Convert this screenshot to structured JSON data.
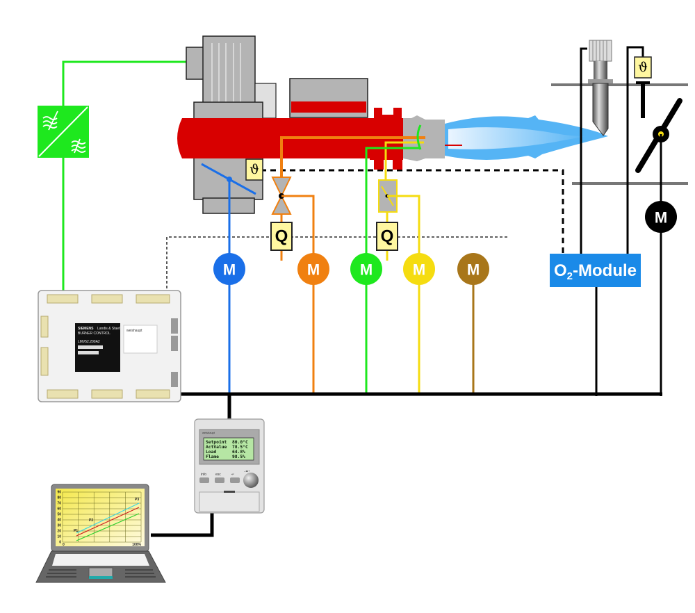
{
  "diagram": {
    "title": "Burner control system with O2 trim",
    "colors": {
      "air": "#1a6fe8",
      "fuel_oil": "#f08010",
      "ignition": "#1ee81e",
      "gas": "#f5dc10",
      "aux": "#a8761a",
      "burner_body": "#d80000",
      "housing": "#b4b4b4",
      "sensor_box": "#fff7a0",
      "o2_module": "#1a8ae8",
      "flame": "#55b4f5",
      "bus": "#000000"
    },
    "actuators": [
      {
        "id": "air-damper-actuator",
        "label": "M",
        "color": "#1a6fe8"
      },
      {
        "id": "oil-actuator",
        "label": "M",
        "color": "#f08010"
      },
      {
        "id": "ignition-actuator",
        "label": "M",
        "color": "#1ee81e"
      },
      {
        "id": "gas-actuator",
        "label": "M",
        "color": "#f5dc10"
      },
      {
        "id": "aux-actuator",
        "label": "M",
        "color": "#a8761a"
      },
      {
        "id": "flue-damper-actuator",
        "label": "M",
        "color": "#000000"
      }
    ],
    "flow_meters": [
      {
        "id": "oil-flow-meter",
        "label": "Q"
      },
      {
        "id": "gas-flow-meter",
        "label": "Q"
      }
    ],
    "temperature_sensors": [
      {
        "id": "burner-temp-sensor",
        "label": "ϑ"
      },
      {
        "id": "flue-temp-sensor",
        "label": "ϑ"
      }
    ],
    "o2_module": {
      "label_main": "O",
      "label_sub": "2",
      "label_rest": "-Module"
    },
    "controller": {
      "brand": "SIEMENS",
      "maker": "Landis & Staefa",
      "model": "LMV52.200A2",
      "subtitle": "BURNER CONTROL",
      "oem_label": "weishaupt"
    },
    "display_unit": {
      "brand": "weishaupt",
      "lcd_rows": [
        {
          "name": "Setpoint",
          "value": "80.0°C"
        },
        {
          "name": "ActValue",
          "value": "78.5°C"
        },
        {
          "name": "Load",
          "value": "64.8%"
        },
        {
          "name": "Flame",
          "value": "98.5%"
        }
      ],
      "buttons": [
        "info",
        "esc",
        "↵"
      ],
      "knob_label": "–◂▸+"
    },
    "laptop_chart": {
      "y_ticks": [
        "0",
        "10",
        "20",
        "30",
        "40",
        "50",
        "60",
        "70",
        "80",
        "90"
      ],
      "x_start": "0",
      "x_end": "100%",
      "points": [
        "P1",
        "P2",
        "P3"
      ]
    }
  }
}
